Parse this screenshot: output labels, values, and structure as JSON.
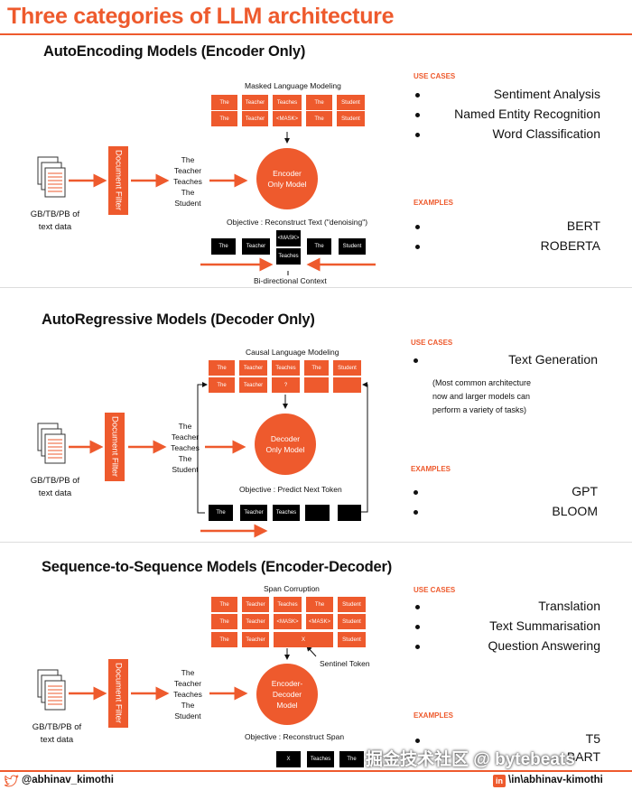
{
  "title": "Three categories of LLM architecture",
  "colors": {
    "accent": "#ee5a2d",
    "black": "#000000"
  },
  "common": {
    "data_label_line1": "GB/TB/PB of",
    "data_label_line2": "text data",
    "filter_label": "Document Filter",
    "words": [
      "The",
      "Teacher",
      "Teaches",
      "The",
      "Student"
    ]
  },
  "sections": [
    {
      "title": "AutoEncoding Models (Encoder Only)",
      "grid_title": "Masked Language Modeling",
      "rows": [
        [
          "The",
          "Teacher",
          "Teaches",
          "The",
          "Student"
        ],
        [
          "The",
          "Teacher",
          "<MASK>",
          "The",
          "Student"
        ]
      ],
      "model_line1": "Encoder",
      "model_line2": "Only Model",
      "objective": "Objective : Reconstruct Text (\"denoising\")",
      "output_tokens": [
        "The",
        "Teacher",
        "<MASK>",
        "The",
        "Student"
      ],
      "output_fill": "Teaches",
      "context_label": "Bi-directional Context",
      "use_cases_label": "USE CASES",
      "use_cases": [
        "Sentiment Analysis",
        "Named Entity Recognition",
        "Word Classification"
      ],
      "examples_label": "EXAMPLES",
      "examples": [
        "BERT",
        "ROBERTA"
      ]
    },
    {
      "title": "AutoRegressive Models (Decoder Only)",
      "grid_title": "Causal Language Modeling",
      "rows": [
        [
          "The",
          "Teacher",
          "Teaches",
          "The",
          "Student"
        ],
        [
          "The",
          "Teacher",
          "?",
          "",
          ""
        ]
      ],
      "model_line1": "Decoder",
      "model_line2": "Only Model",
      "objective": "Objective : Predict Next Token",
      "output_tokens": [
        "The",
        "Teacher",
        "Teaches",
        "",
        ""
      ],
      "use_cases_label": "USE CASES",
      "use_cases": [
        "Text Generation"
      ],
      "note_lines": [
        "(Most common architecture",
        "now and larger models can",
        "perform a variety of tasks)"
      ],
      "examples_label": "EXAMPLES",
      "examples": [
        "GPT",
        "BLOOM"
      ]
    },
    {
      "title": "Sequence-to-Sequence Models (Encoder-Decoder)",
      "grid_title": "Span Corruption",
      "rows": [
        [
          "The",
          "Teacher",
          "Teaches",
          "The",
          "Student"
        ],
        [
          "The",
          "Teacher",
          "<MASK>",
          "<MASK>",
          "Student"
        ],
        [
          "The",
          "Teacher",
          "X",
          "",
          "Student"
        ]
      ],
      "model_line1": "Encoder-",
      "model_line2": "Decoder",
      "model_line3": "Model",
      "sentinel_label": "Sentinel Token",
      "objective": "Objective : Reconstruct Span",
      "output_tokens": [
        "X",
        "Teaches",
        "The"
      ],
      "use_cases_label": "USE CASES",
      "use_cases": [
        "Translation",
        "Text Summarisation",
        "Question Answering"
      ],
      "examples_label": "EXAMPLES",
      "examples": [
        "T5",
        "BART"
      ]
    }
  ],
  "footer": {
    "left_handle": "@abhinav_kimothi",
    "right_handle": "\\in\\abhinav-kimothi",
    "twitter_icon": "twitter-bird-icon",
    "linkedin_icon": "linkedin-icon",
    "linkedin_letters": "in"
  },
  "watermark": "掘金技术社区 @ bytebeats"
}
